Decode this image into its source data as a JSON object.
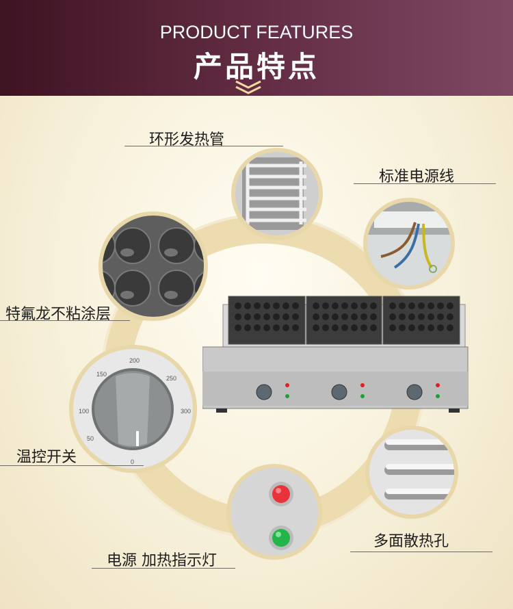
{
  "header": {
    "title_en": "PRODUCT FEATURES",
    "title_cn": "产品特点"
  },
  "features": {
    "heating_tube": "环形发热管",
    "power_cord": "标准电源线",
    "nonstick_coating": "特氟龙不粘涂层",
    "temp_switch": "温控开关",
    "indicator_lights": "电源 加热指示灯",
    "vent_holes": "多面散热孔"
  },
  "dial": {
    "ticks": [
      "50",
      "100",
      "150",
      "200",
      "250",
      "300",
      "0"
    ]
  },
  "colors": {
    "header_dark": "#3e1322",
    "header_light": "#7e4863",
    "ring": "#e9d9ac",
    "background": "#f7f0da"
  }
}
